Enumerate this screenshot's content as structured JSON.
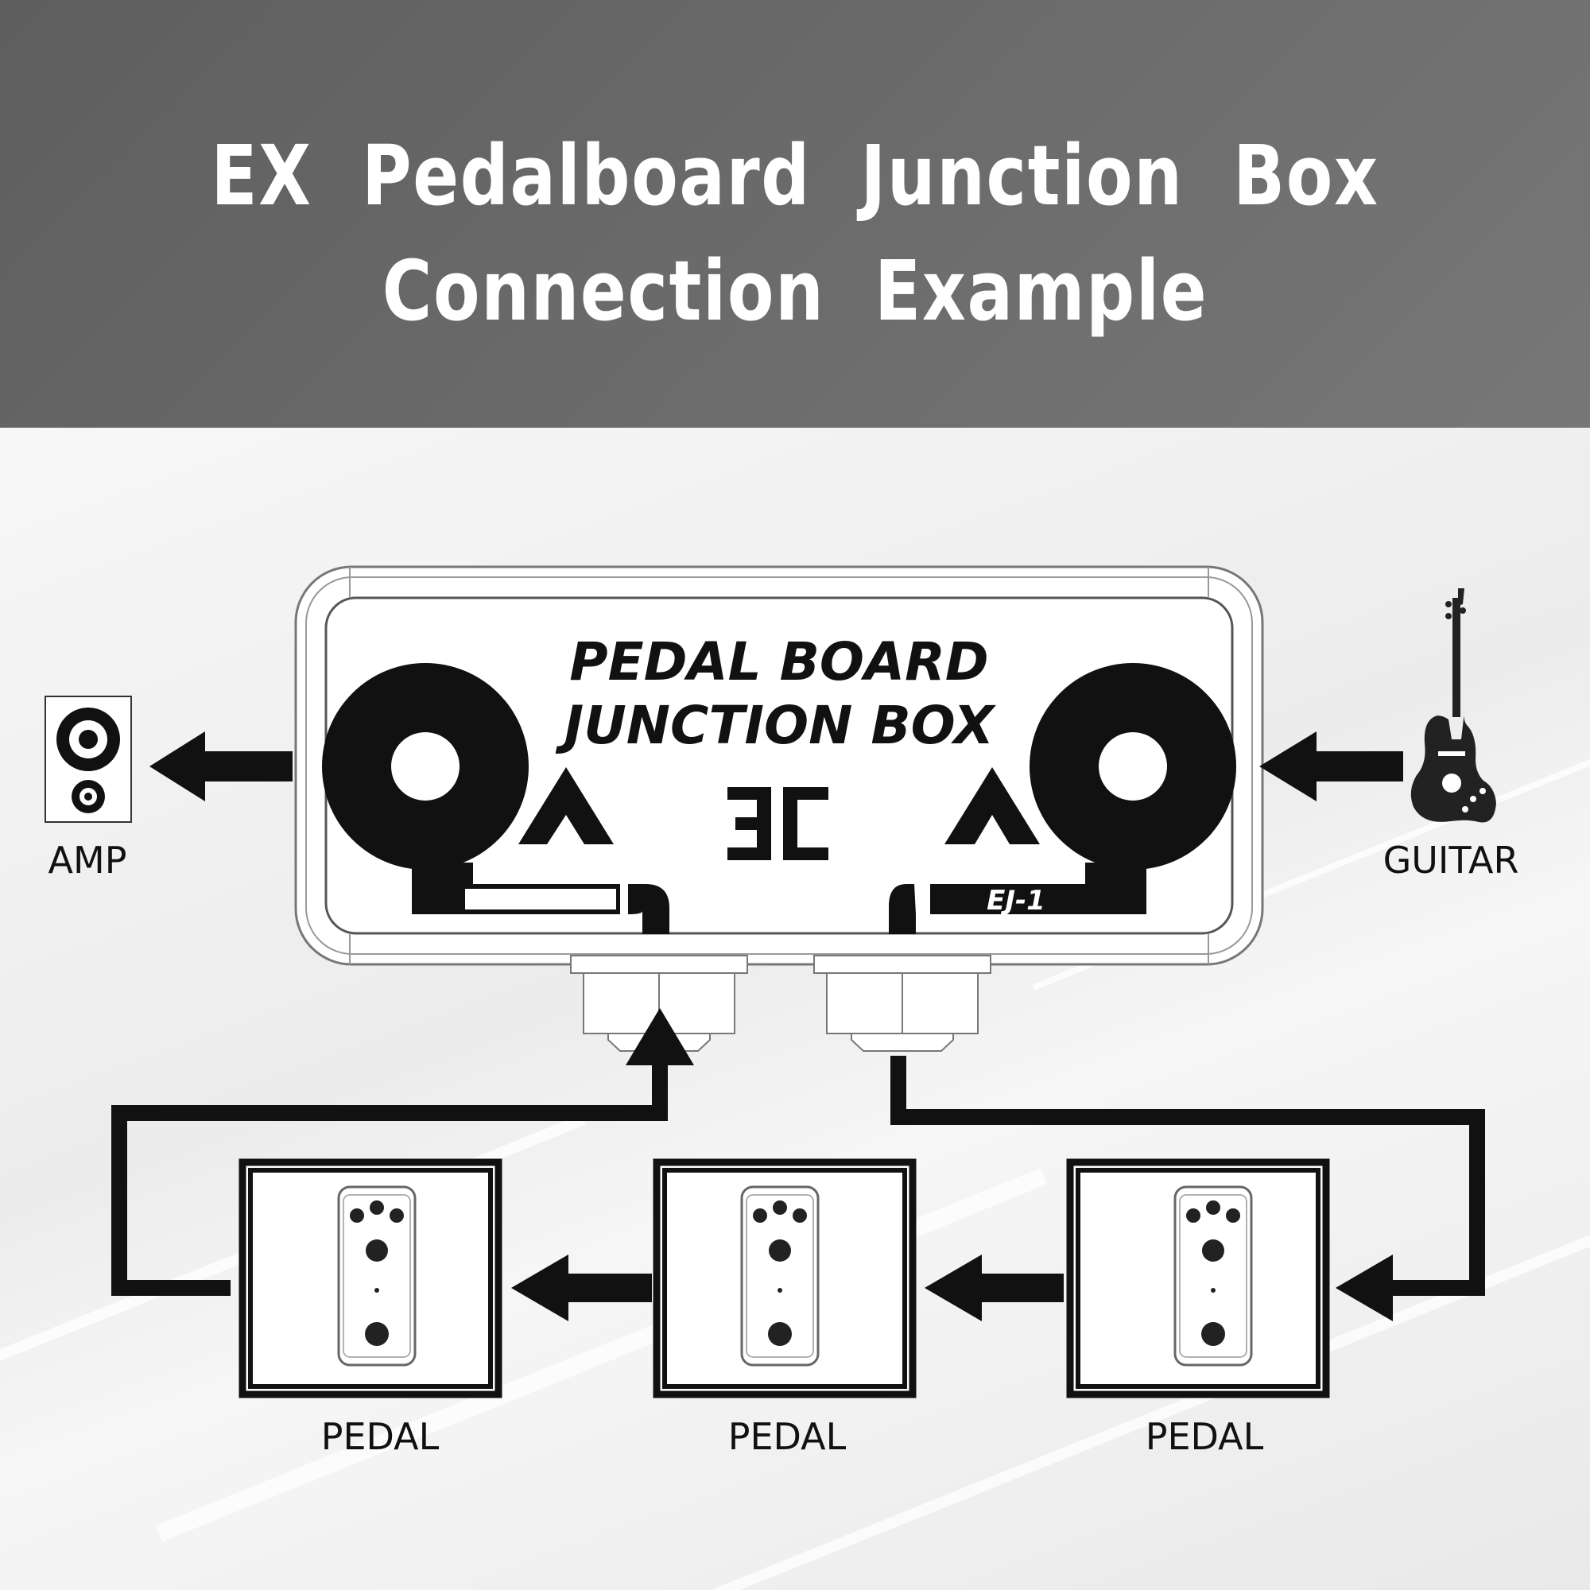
{
  "header": {
    "title_line1": "EX  Pedalboard  Junction  Box",
    "title_line2": "Connection  Example"
  },
  "junction_box": {
    "label_line1": "PEDAL BOARD",
    "label_line2": "JUNCTION BOX",
    "logo": "EC-logo",
    "model": "EJ-1"
  },
  "devices": {
    "amp_label": "AMP",
    "guitar_label": "GUITAR",
    "pedal_labels": [
      "PEDAL",
      "PEDAL",
      "PEDAL"
    ]
  },
  "icons": [
    "amp-speaker-icon",
    "guitar-icon",
    "pedal-icon",
    "arrow-icon"
  ],
  "colors": {
    "header_bg": "#686868",
    "ink": "#111111",
    "background": "#f2f2f2"
  }
}
